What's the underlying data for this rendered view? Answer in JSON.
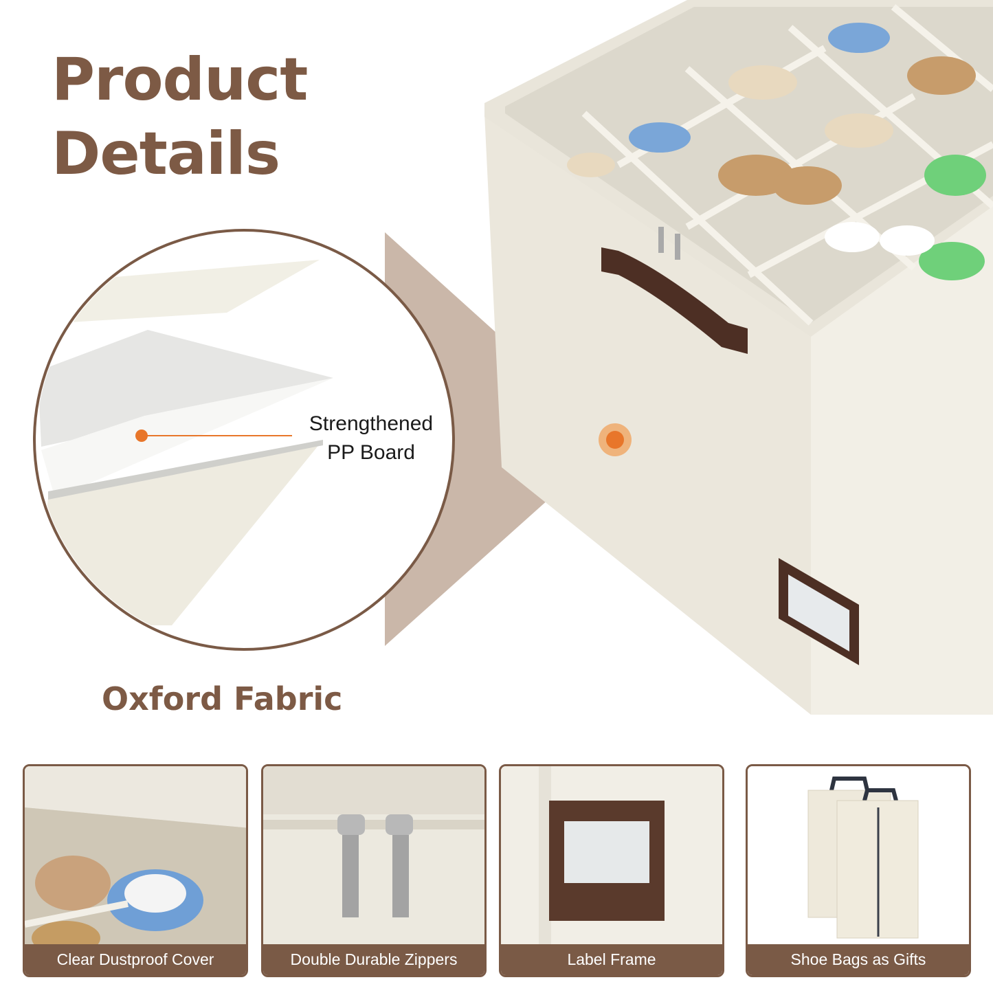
{
  "header": {
    "title_line1": "Product",
    "title_line2": "Details"
  },
  "callout": {
    "board_line1": "Strengthened",
    "board_line2": "PP Board",
    "fabric_label": "Oxford Fabric"
  },
  "features": [
    {
      "label": "Clear Dustproof Cover"
    },
    {
      "label": "Double Durable Zippers"
    },
    {
      "label": "Label Frame"
    },
    {
      "label": "Shoe Bags as Gifts"
    }
  ],
  "colors": {
    "brand_brown": "#7d5a45",
    "accent_orange": "#e8762a",
    "cream": "#efece3"
  }
}
